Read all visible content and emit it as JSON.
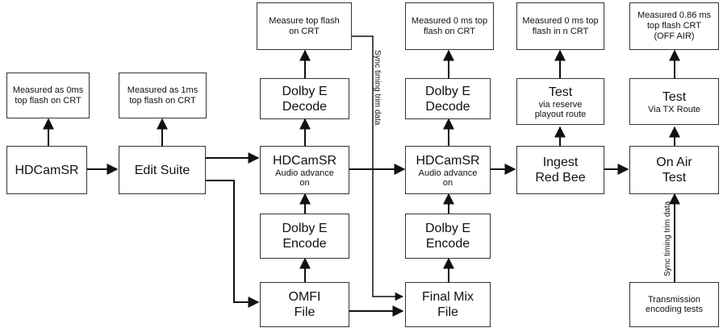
{
  "nodes": {
    "hdcam1": {
      "line1": "HDCamSR"
    },
    "edit": {
      "line1": "Edit Suite"
    },
    "hdcam2": {
      "line1": "HDCamSR",
      "sub1": "Audio advance",
      "sub2": "on"
    },
    "hdcam3": {
      "line1": "HDCamSR",
      "sub1": "Audio advance",
      "sub2": "on"
    },
    "ingest": {
      "line1": "Ingest",
      "line2": "Red Bee"
    },
    "onair": {
      "line1": "On Air",
      "line2": "Test"
    },
    "decode1": {
      "line1": "Dolby E",
      "line2": "Decode"
    },
    "decode2": {
      "line1": "Dolby E",
      "line2": "Decode"
    },
    "test1": {
      "line1": "Test",
      "sub1": "via reserve",
      "sub2": "playout route"
    },
    "test2": {
      "line1": "Test",
      "sub1": "Via TX Route"
    },
    "encode1": {
      "line1": "Dolby E",
      "line2": "Encode"
    },
    "encode2": {
      "line1": "Dolby E",
      "line2": "Encode"
    },
    "omfi": {
      "line1": "OMFI",
      "line2": "File"
    },
    "finalmix": {
      "line1": "Final Mix",
      "line2": "File"
    },
    "transmission": {
      "sub1": "Transmission",
      "sub2": "encoding tests"
    }
  },
  "notes": {
    "n_hdcam1": {
      "line1": "Measured as 0ms",
      "line2": "top flash on CRT"
    },
    "n_edit": {
      "line1": "Measured as 1ms",
      "line2": "top flash on CRT"
    },
    "n_decode1": {
      "line1": "Measure top flash",
      "line2": "on CRT"
    },
    "n_decode2": {
      "line1": "Measured 0 ms top",
      "line2": "flash on CRT"
    },
    "n_test1": {
      "line1": "Measured 0 ms top",
      "line2": "flash in n CRT"
    },
    "n_test2": {
      "line1": "Measured  0.86 ms",
      "line2": "top flash CRT",
      "line3": "(OFF AIR)"
    }
  },
  "labels": {
    "sync1": "Sync timing trim data",
    "sync2": "Sync timing trim data"
  }
}
